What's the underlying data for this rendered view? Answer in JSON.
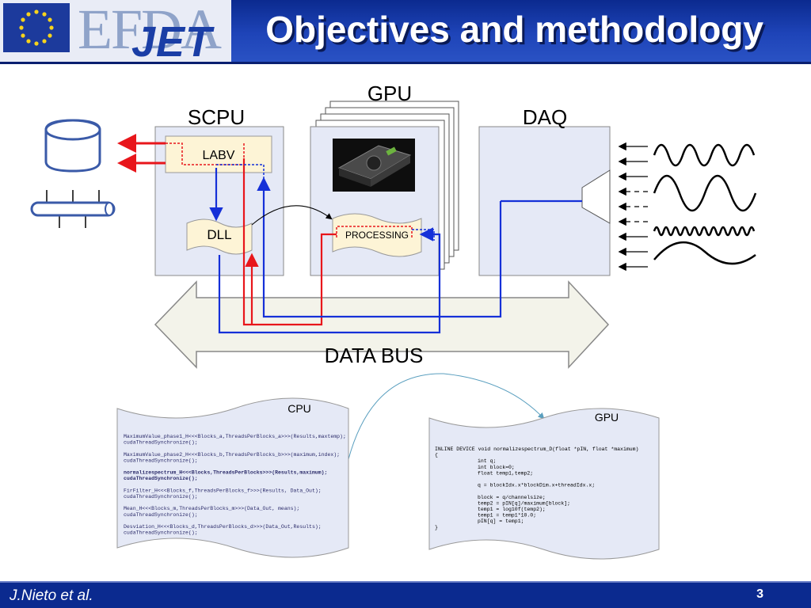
{
  "header": {
    "title": "Objectives and methodology",
    "logo_text_1": "EFDA",
    "logo_text_2": "JET"
  },
  "footer": {
    "author": "J.Nieto et al.",
    "page_number": "3"
  },
  "diagram": {
    "gpu_label": "GPU",
    "scpu_label": "SCPU",
    "daq_label": "DAQ",
    "labv_label": "LABV",
    "dll_label": "DLL",
    "processing_label": "PROCESSING",
    "databus_label": "DATA BUS"
  },
  "cpu_code": {
    "title": "CPU",
    "lines": [
      "MaximumValue_phase1_H<<<Blocks_a,ThreadsPerBlocks_a>>>(Results,maxtemp);",
      "cudaThreadSynchronize();",
      "",
      "MaximumValue_phase2_H<<<Blocks_b,ThreadsPerBlocks_b>>>(maximum,index);",
      "cudaThreadSynchronize();",
      "",
      "normalizespectrum_H<<<Blocks,ThreadsPerBlocks>>>(Results,maximum);",
      "cudaThreadSynchronize();",
      "",
      "FirFilter_H<<<Blocks_f,ThreadsPerBlocks_f>>>(Results, Data_Out);",
      "cudaThreadSynchronize();",
      "",
      "Mean_H<<<Blocks_m,ThreadsPerBlocks_m>>>(Data_Out, means);",
      "cudaThreadSynchronize();",
      "",
      "Desviation_H<<<Blocks_d,ThreadsPerBlocks_d>>>(Data_Out,Results);",
      "cudaThreadSynchronize();"
    ]
  },
  "gpu_code": {
    "title": "GPU",
    "lines": [
      "INLINE DEVICE void normalizespectrum_D(float *pIN, float *maximum)",
      "{",
      "int q;",
      "int block=0;",
      "float temp1,temp2;",
      "",
      "q = blockIdx.x*blockDim.x+threadIdx.x;",
      "",
      "block = q/channelsize;",
      "temp2  = pIN[q]/maximum[block];",
      "temp1  = log10f(temp2);",
      "temp1  = temp1*10.0;",
      "pIN[q] = temp1;",
      "}"
    ]
  },
  "colors": {
    "header_blue": "#0b2a8f",
    "red_line": "#e8161b",
    "blue_line": "#1530d8",
    "box_fill": "#e5e9f6"
  }
}
